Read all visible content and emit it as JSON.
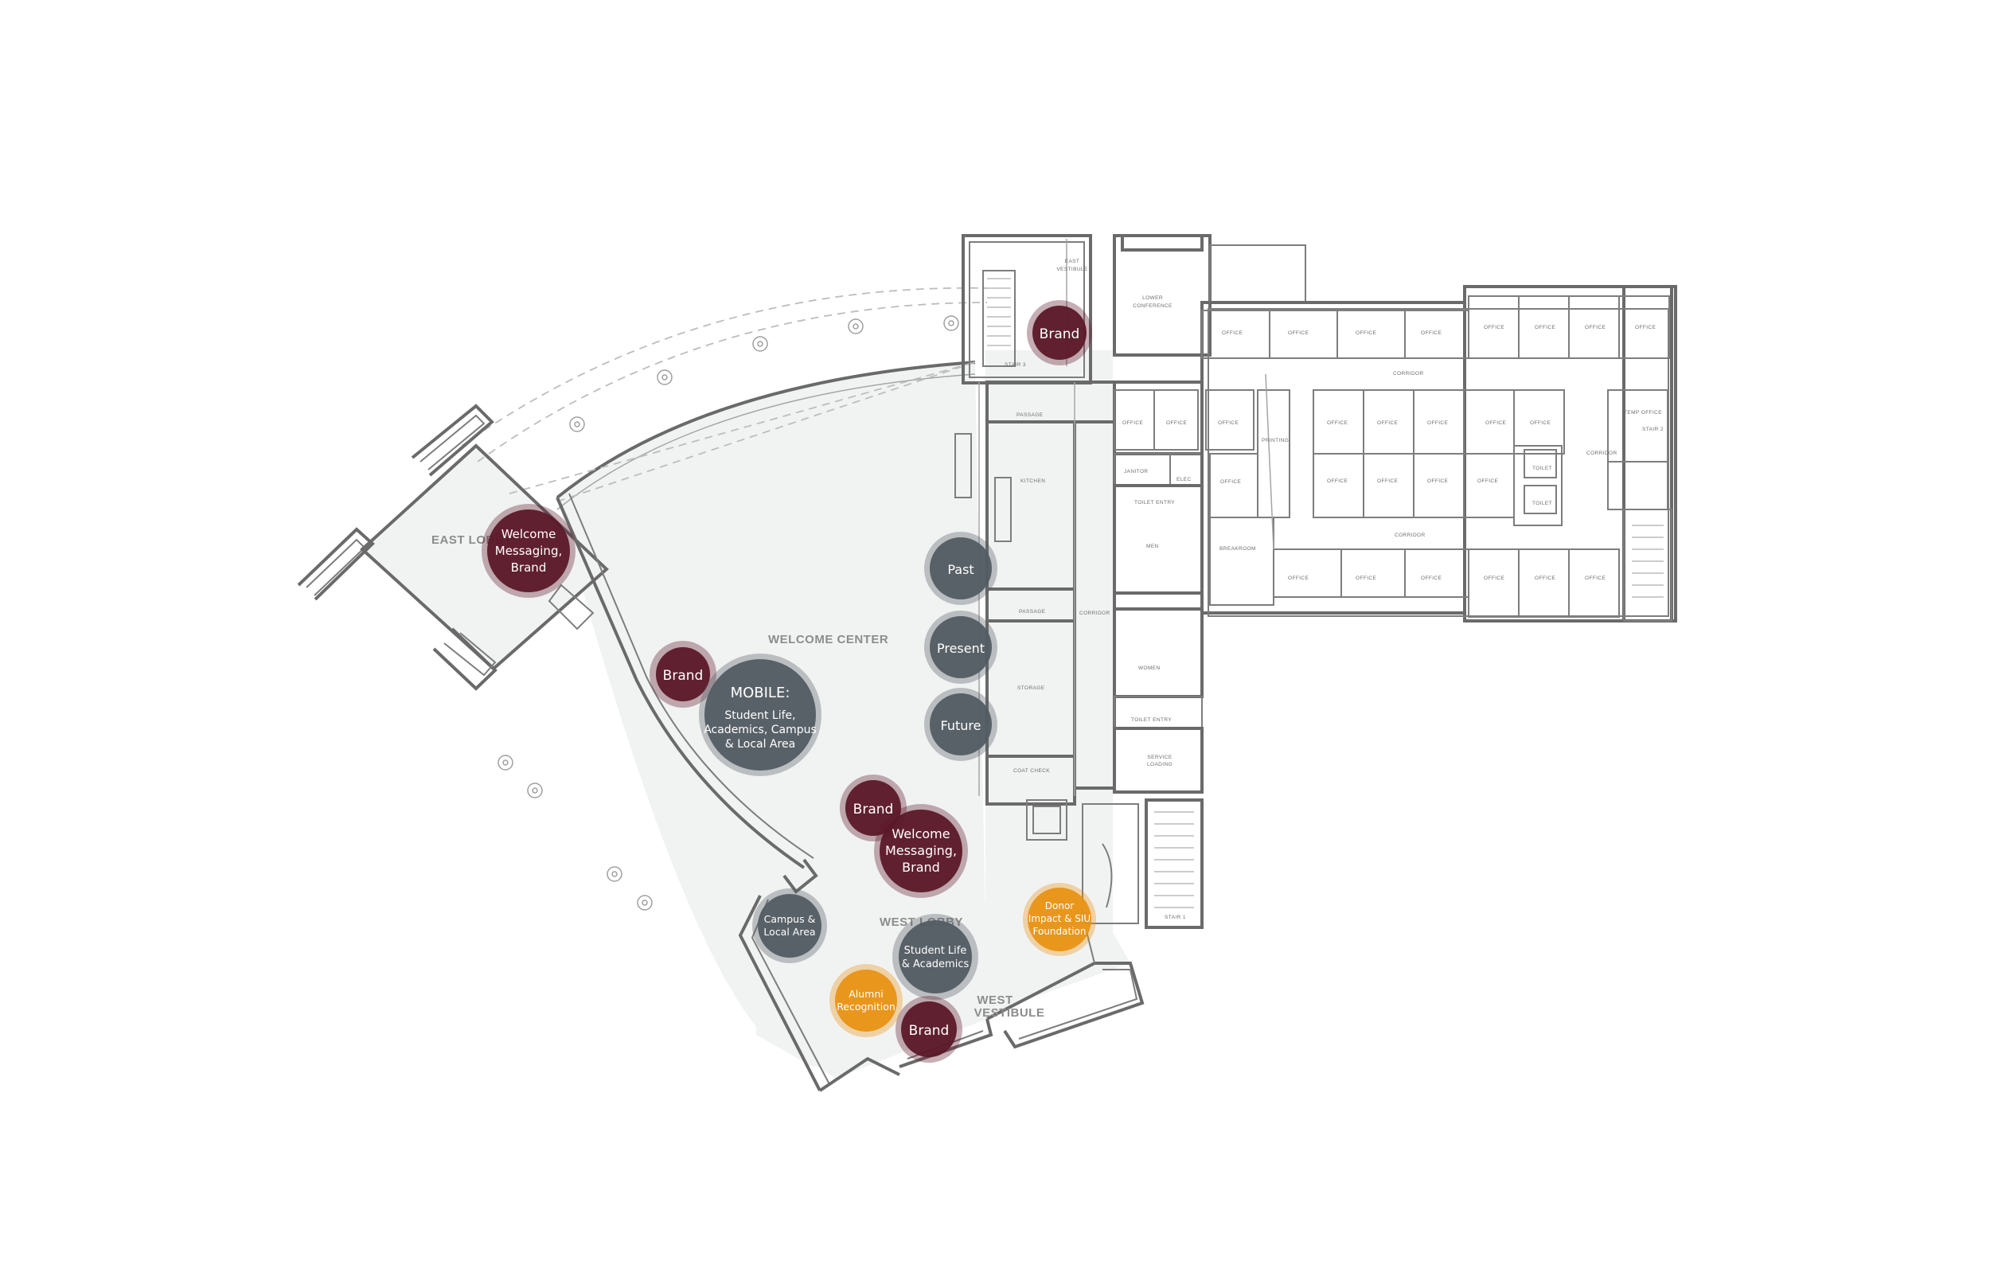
{
  "areas": {
    "east_lobby": "EAST LOBBY",
    "welcome_center": "WELCOME CENTER",
    "west_lobby": "WEST LOBBY",
    "west_vestibule_1": "WEST",
    "west_vestibule_2": "VESTIBULE"
  },
  "rooms": {
    "east_vestibule_1": "EAST",
    "east_vestibule_2": "VESTIBULE",
    "lower_conference_1": "LOWER",
    "lower_conference_2": "CONFERENCE",
    "stair_2": "STAIR 2",
    "stair_3": "STAIR 3",
    "stair_1": "STAIR 1",
    "passage_top": "PASSAGE",
    "passage_mid": "PASSAGE",
    "kitchen": "KITCHEN",
    "storage": "STORAGE",
    "coat_check": "COAT CHECK",
    "corridor_small": "CORRIDOR",
    "janitor": "JANITOR",
    "elec": "ELEC",
    "toilet_entry_1": "TOILET ENTRY",
    "toilet_entry_2": "TOILET ENTRY",
    "men": "MEN",
    "women": "WOMEN",
    "service_1": "SERVICE",
    "service_2": "LOADING",
    "printing": "PRINTING",
    "breakroom": "BREAKROOM",
    "corridor_top": "CORRIDOR",
    "corridor_mid": "CORRIDOR",
    "corridor_right": "CORRIDOR",
    "temp_office": "TEMP OFFICE",
    "toilet_1": "TOILET",
    "toilet_2": "TOILET",
    "office": "OFFICE"
  },
  "bubbles": {
    "brand_top": "Brand",
    "east_welcome": [
      "Welcome",
      "Messaging,",
      "Brand"
    ],
    "past": "Past",
    "present": "Present",
    "future": "Future",
    "brand_mobile": "Brand",
    "mobile_title": "MOBILE:",
    "mobile_lines": [
      "Student Life,",
      "Academics, Campus",
      "& Local Area"
    ],
    "brand_west": "Brand",
    "west_welcome": [
      "Welcome",
      "Messaging,",
      "Brand"
    ],
    "campus_local": [
      "Campus &",
      "Local Area"
    ],
    "student_life": [
      "Student Life",
      "& Academics"
    ],
    "donor": [
      "Donor",
      "Impact & SIU",
      "Foundation"
    ],
    "alumni": [
      "Alumni",
      "Recognition"
    ],
    "brand_bottom": "Brand"
  },
  "colors": {
    "brand_maroon": "#5b1828",
    "info_slate": "#535c63",
    "donor_orange": "#e89215",
    "floor": "#f1f3f3",
    "wall": "#7d7d7d"
  }
}
